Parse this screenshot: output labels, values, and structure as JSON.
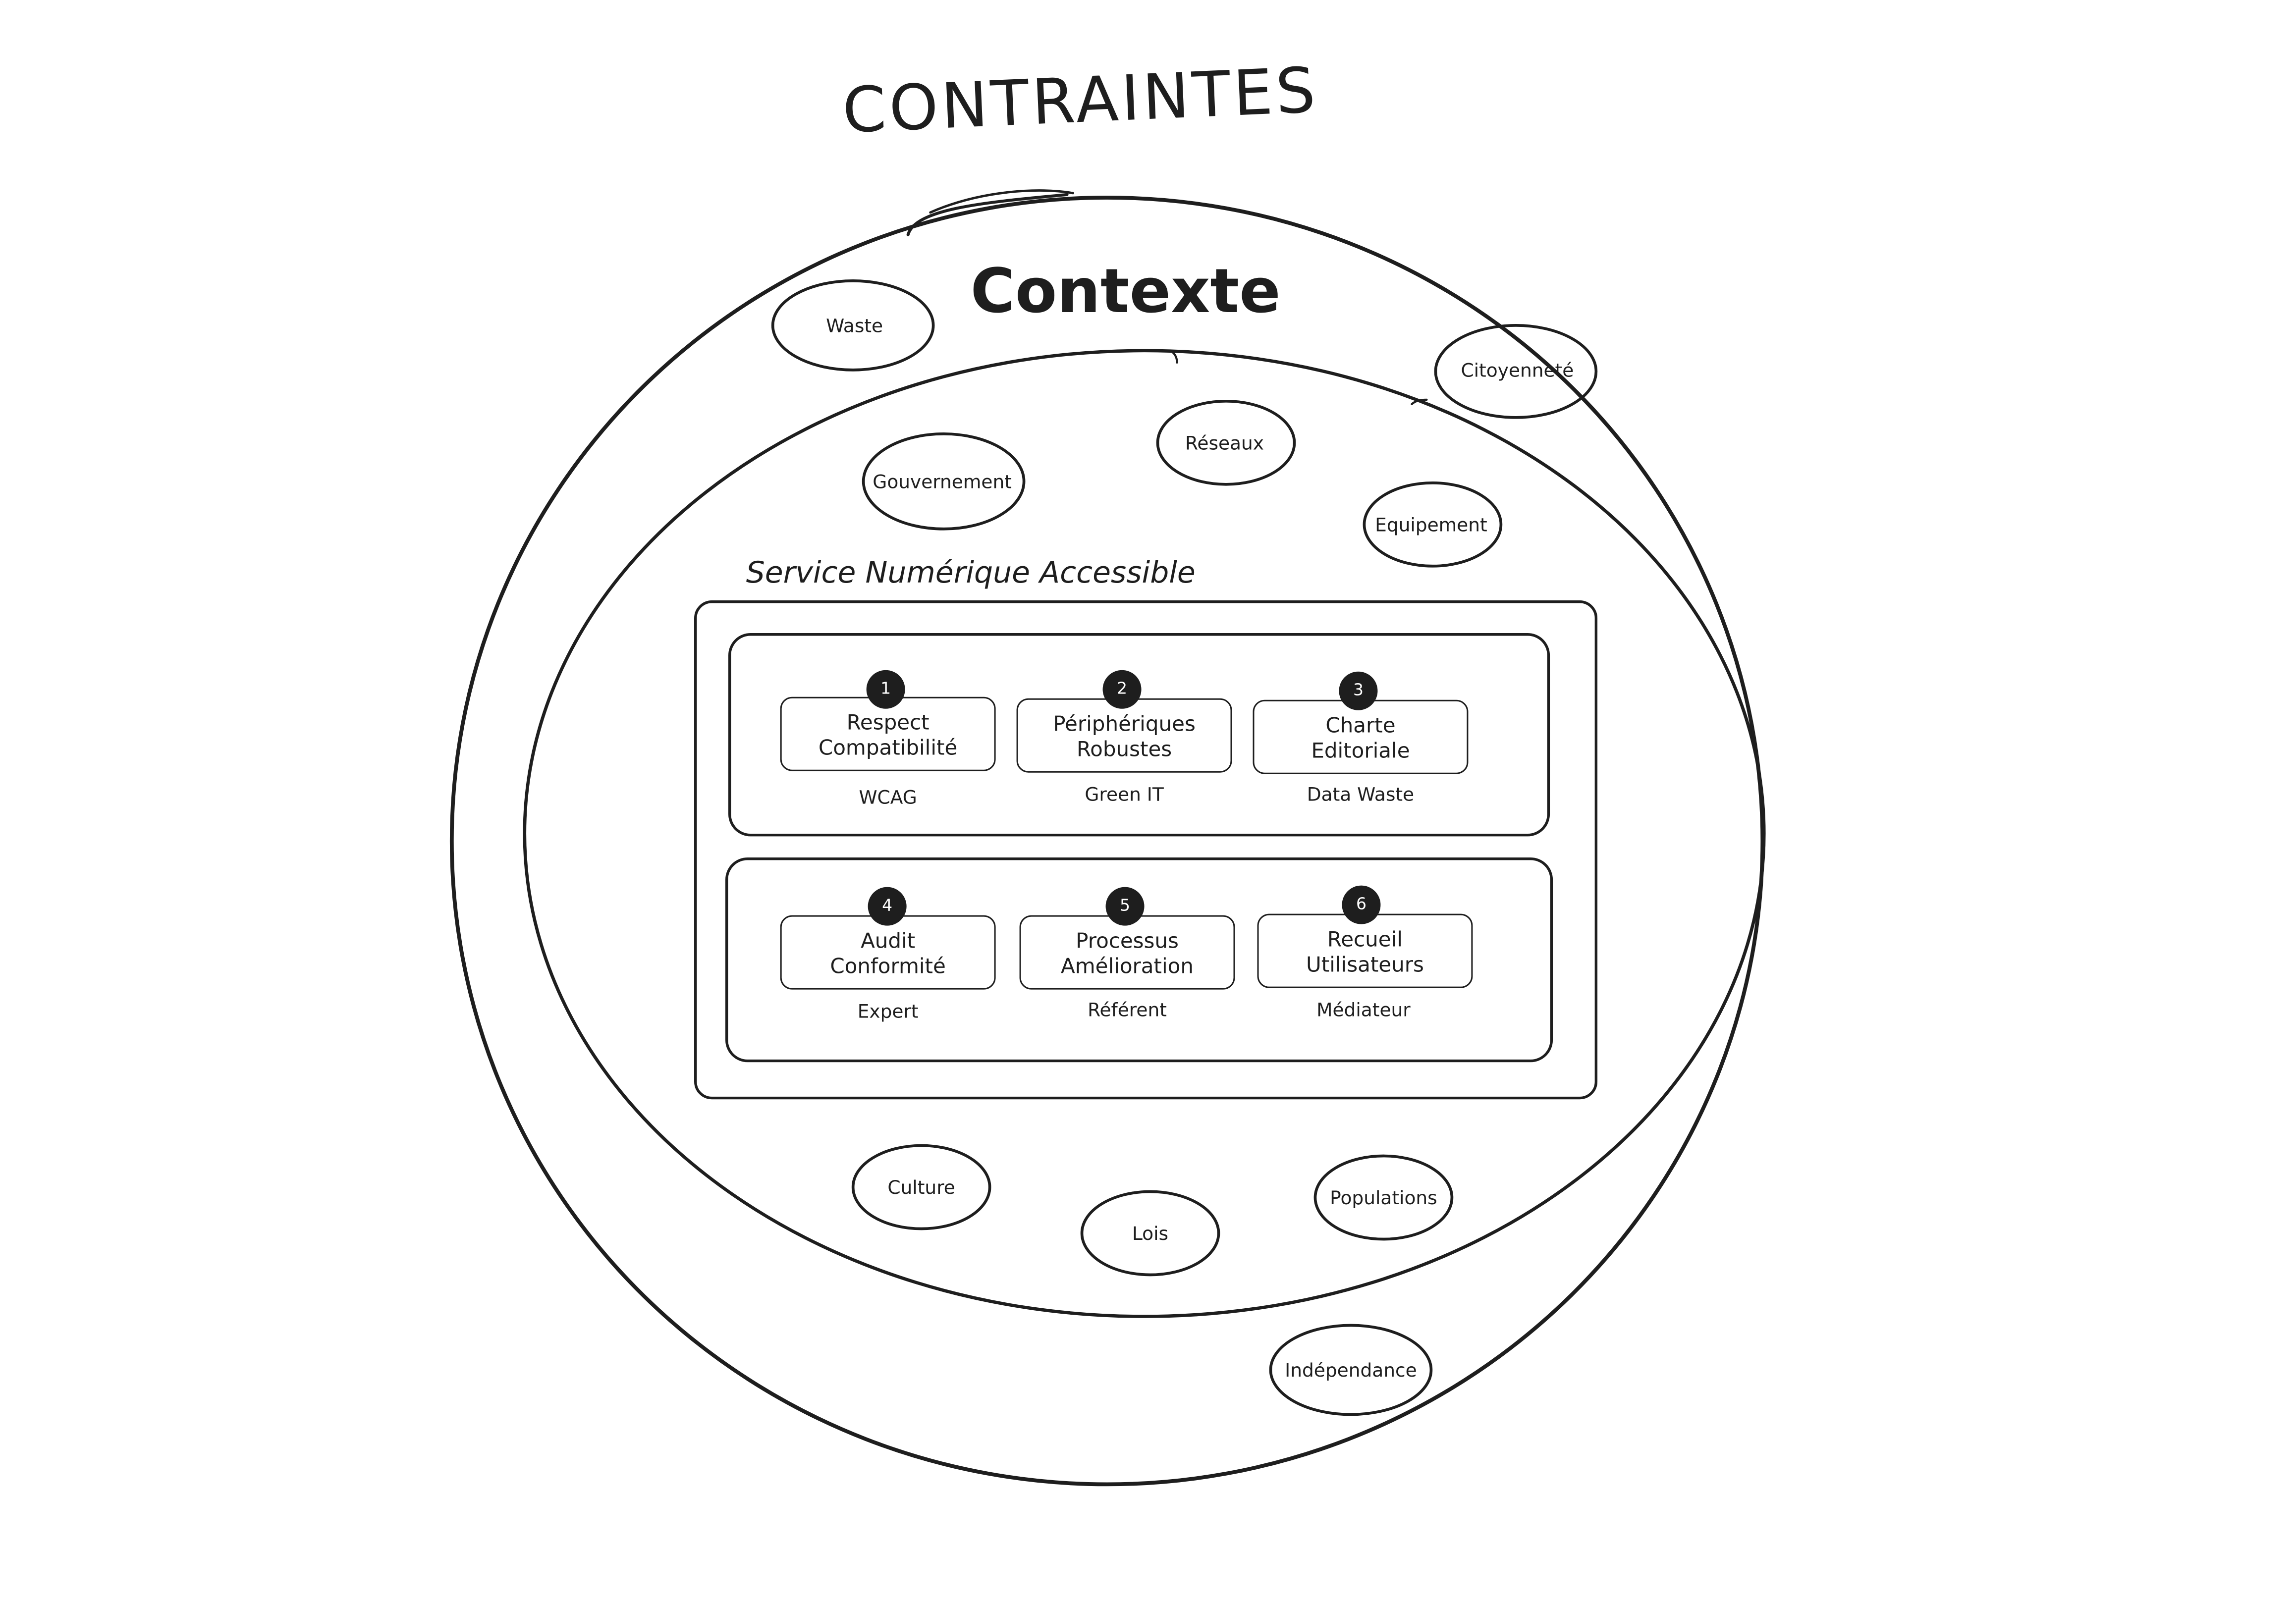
{
  "diagram": {
    "title": "CONTRAINTES",
    "context_label": "Contexte",
    "service_label": "Service Numérique Accessible",
    "outer_bubbles": [
      "Waste",
      "Citoyenneté",
      "Indépendance"
    ],
    "inner_bubbles": [
      "Gouvernement",
      "Réseaux",
      "Equipement",
      "Culture",
      "Lois",
      "Populations"
    ],
    "cards": [
      {
        "number": "1",
        "title_line1": "Respect",
        "title_line2": "Compatibilité",
        "subtitle": "WCAG"
      },
      {
        "number": "2",
        "title_line1": "Périphériques",
        "title_line2": "Robustes",
        "subtitle": "Green IT"
      },
      {
        "number": "3",
        "title_line1": "Charte",
        "title_line2": "Editoriale",
        "subtitle": "Data Waste"
      },
      {
        "number": "4",
        "title_line1": "Audit",
        "title_line2": "Conformité",
        "subtitle": "Expert"
      },
      {
        "number": "5",
        "title_line1": "Processus",
        "title_line2": "Amélioration",
        "subtitle": "Référent"
      },
      {
        "number": "6",
        "title_line1": "Recueil",
        "title_line2": "Utilisateurs",
        "subtitle": "Médiateur"
      }
    ],
    "colors": {
      "ink": "#1e1e1e",
      "background": "#ffffff"
    }
  }
}
